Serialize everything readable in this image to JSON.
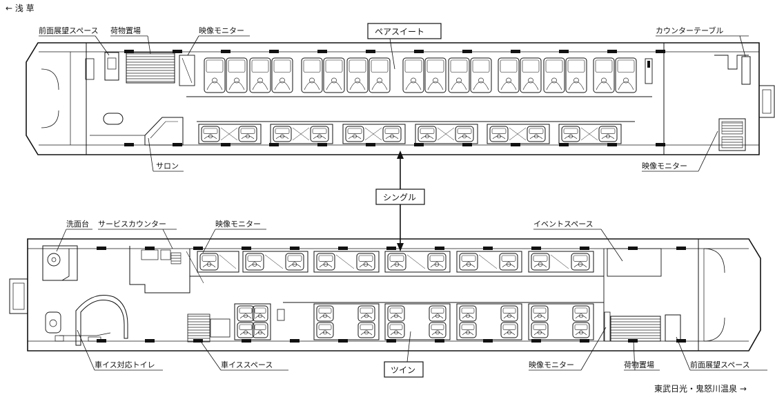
{
  "directions": {
    "left": "← 浅 草",
    "right": "東武日光・鬼怒川温泉 →"
  },
  "car1": {
    "labels": {
      "front_observation_space": "前面展望スペース",
      "luggage_storage": "荷物置場",
      "video_monitor_top": "映像モニター",
      "counter_table": "カウンターテーブル",
      "salon": "サロン",
      "video_monitor_right": "映像モニター"
    },
    "boxed": {
      "pair_suite": "ペアスイート"
    }
  },
  "car2": {
    "labels": {
      "washstand": "洗面台",
      "service_counter": "サービスカウンター",
      "video_monitor_top": "映像モニター",
      "event_space": "イベントスペース",
      "accessible_toilet": "車イス対応トイレ",
      "wheelchair_space": "車イススペース",
      "video_monitor_bottom": "映像モニター",
      "luggage_storage": "荷物置場",
      "front_observation_space": "前面展望スペース"
    },
    "boxed": {
      "twin": "ツイン"
    }
  },
  "shared": {
    "boxed": {
      "single": "シングル"
    }
  },
  "colors": {
    "line": "#111111",
    "hatch": "#444444",
    "background": "#ffffff"
  }
}
